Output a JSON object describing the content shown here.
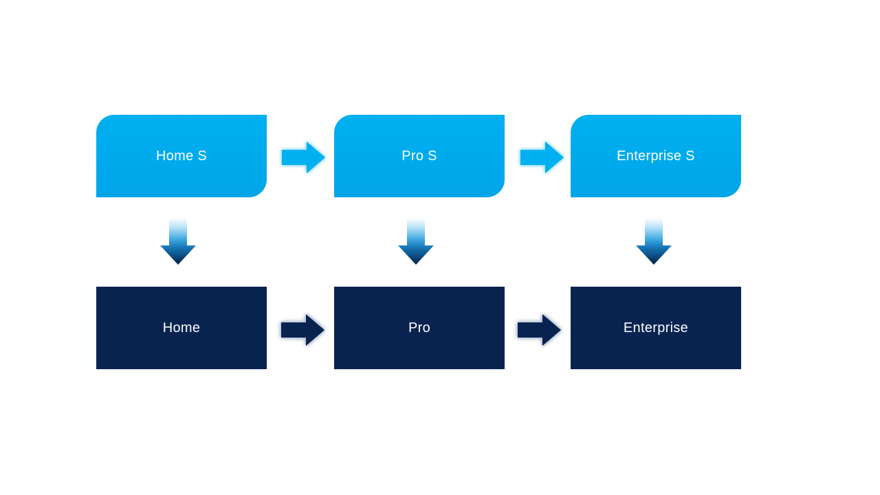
{
  "colors": {
    "background": "#ffffff",
    "light_blue": "#00b0f0",
    "light_blue_dark": "#00a5e8",
    "dark_navy": "#092350",
    "glow_light": "#8fdaf8",
    "glow_dark": "#b7c2d4",
    "text": "#ffffff"
  },
  "diagram": {
    "columns": [
      {
        "top_label": "Home S",
        "bottom_label": "Home"
      },
      {
        "top_label": "Pro S",
        "bottom_label": "Pro"
      },
      {
        "top_label": "Enterprise S",
        "bottom_label": "Enterprise"
      }
    ]
  }
}
